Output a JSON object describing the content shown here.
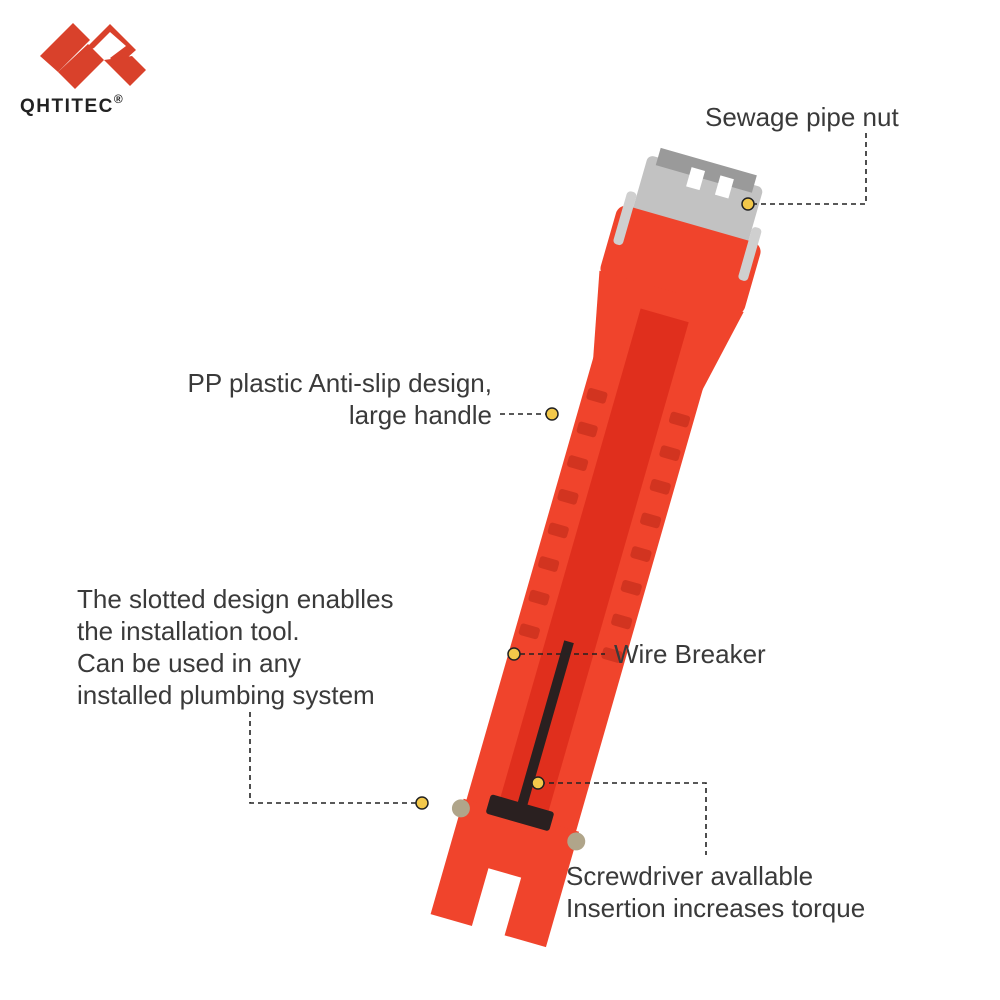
{
  "brand": {
    "name": "QHTITEC",
    "registered_mark": "®",
    "logo_color": "#d9412b"
  },
  "product": {
    "body_color": "#f0442c",
    "metal_color": "#c2c2c2"
  },
  "callouts": {
    "sewage_pipe_nut": "Sewage pipe nut",
    "handle_line1": "PP plastic Anti-slip design,",
    "handle_line2": "large handle",
    "slotted_line1": "The slotted design enablles",
    "slotted_line2": "the installation tool.",
    "slotted_line3": "Can be used in any",
    "slotted_line4": "installed plumbing system",
    "wire_breaker": "Wire Breaker",
    "screwdriver_line1": "Screwdriver avallable",
    "screwdriver_line2": "Insertion increases torque"
  },
  "marker_color": "#f3c84a"
}
